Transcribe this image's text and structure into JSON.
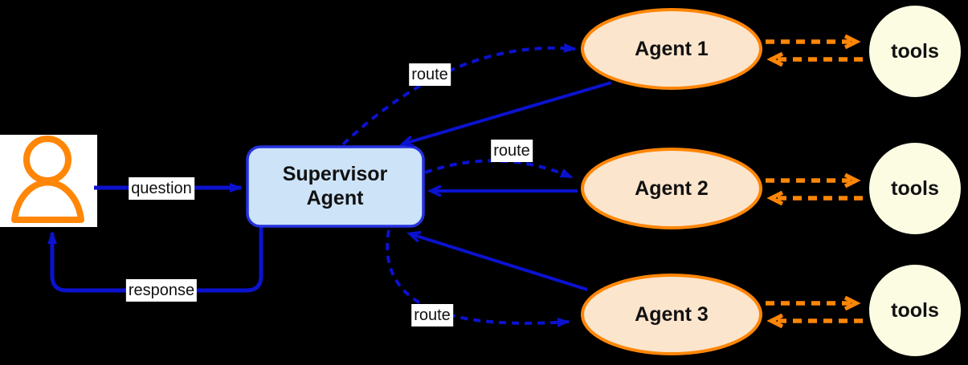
{
  "nodes": {
    "user": {
      "icon": "person-icon"
    },
    "supervisor": {
      "lines": [
        "Supervisor",
        "Agent"
      ]
    },
    "agents": [
      {
        "label": "Agent 1"
      },
      {
        "label": "Agent 2"
      },
      {
        "label": "Agent 3"
      }
    ],
    "tools": [
      {
        "label": "tools"
      },
      {
        "label": "tools"
      },
      {
        "label": "tools"
      }
    ]
  },
  "edge_labels": {
    "question": "question",
    "response": "response",
    "routes": [
      "route",
      "route",
      "route"
    ]
  },
  "colors": {
    "background": "#000000",
    "blue_arrow": "#0B12CF",
    "supervisor_border": "#2633E0",
    "supervisor_fill": "#CDE3F8",
    "orange": "#FF8607",
    "agent_fill": "#FCE5CD",
    "tools_fill": "#FCFCE3",
    "user_box_fill": "#FFFFFF",
    "label_bg": "#FFFFFF"
  }
}
